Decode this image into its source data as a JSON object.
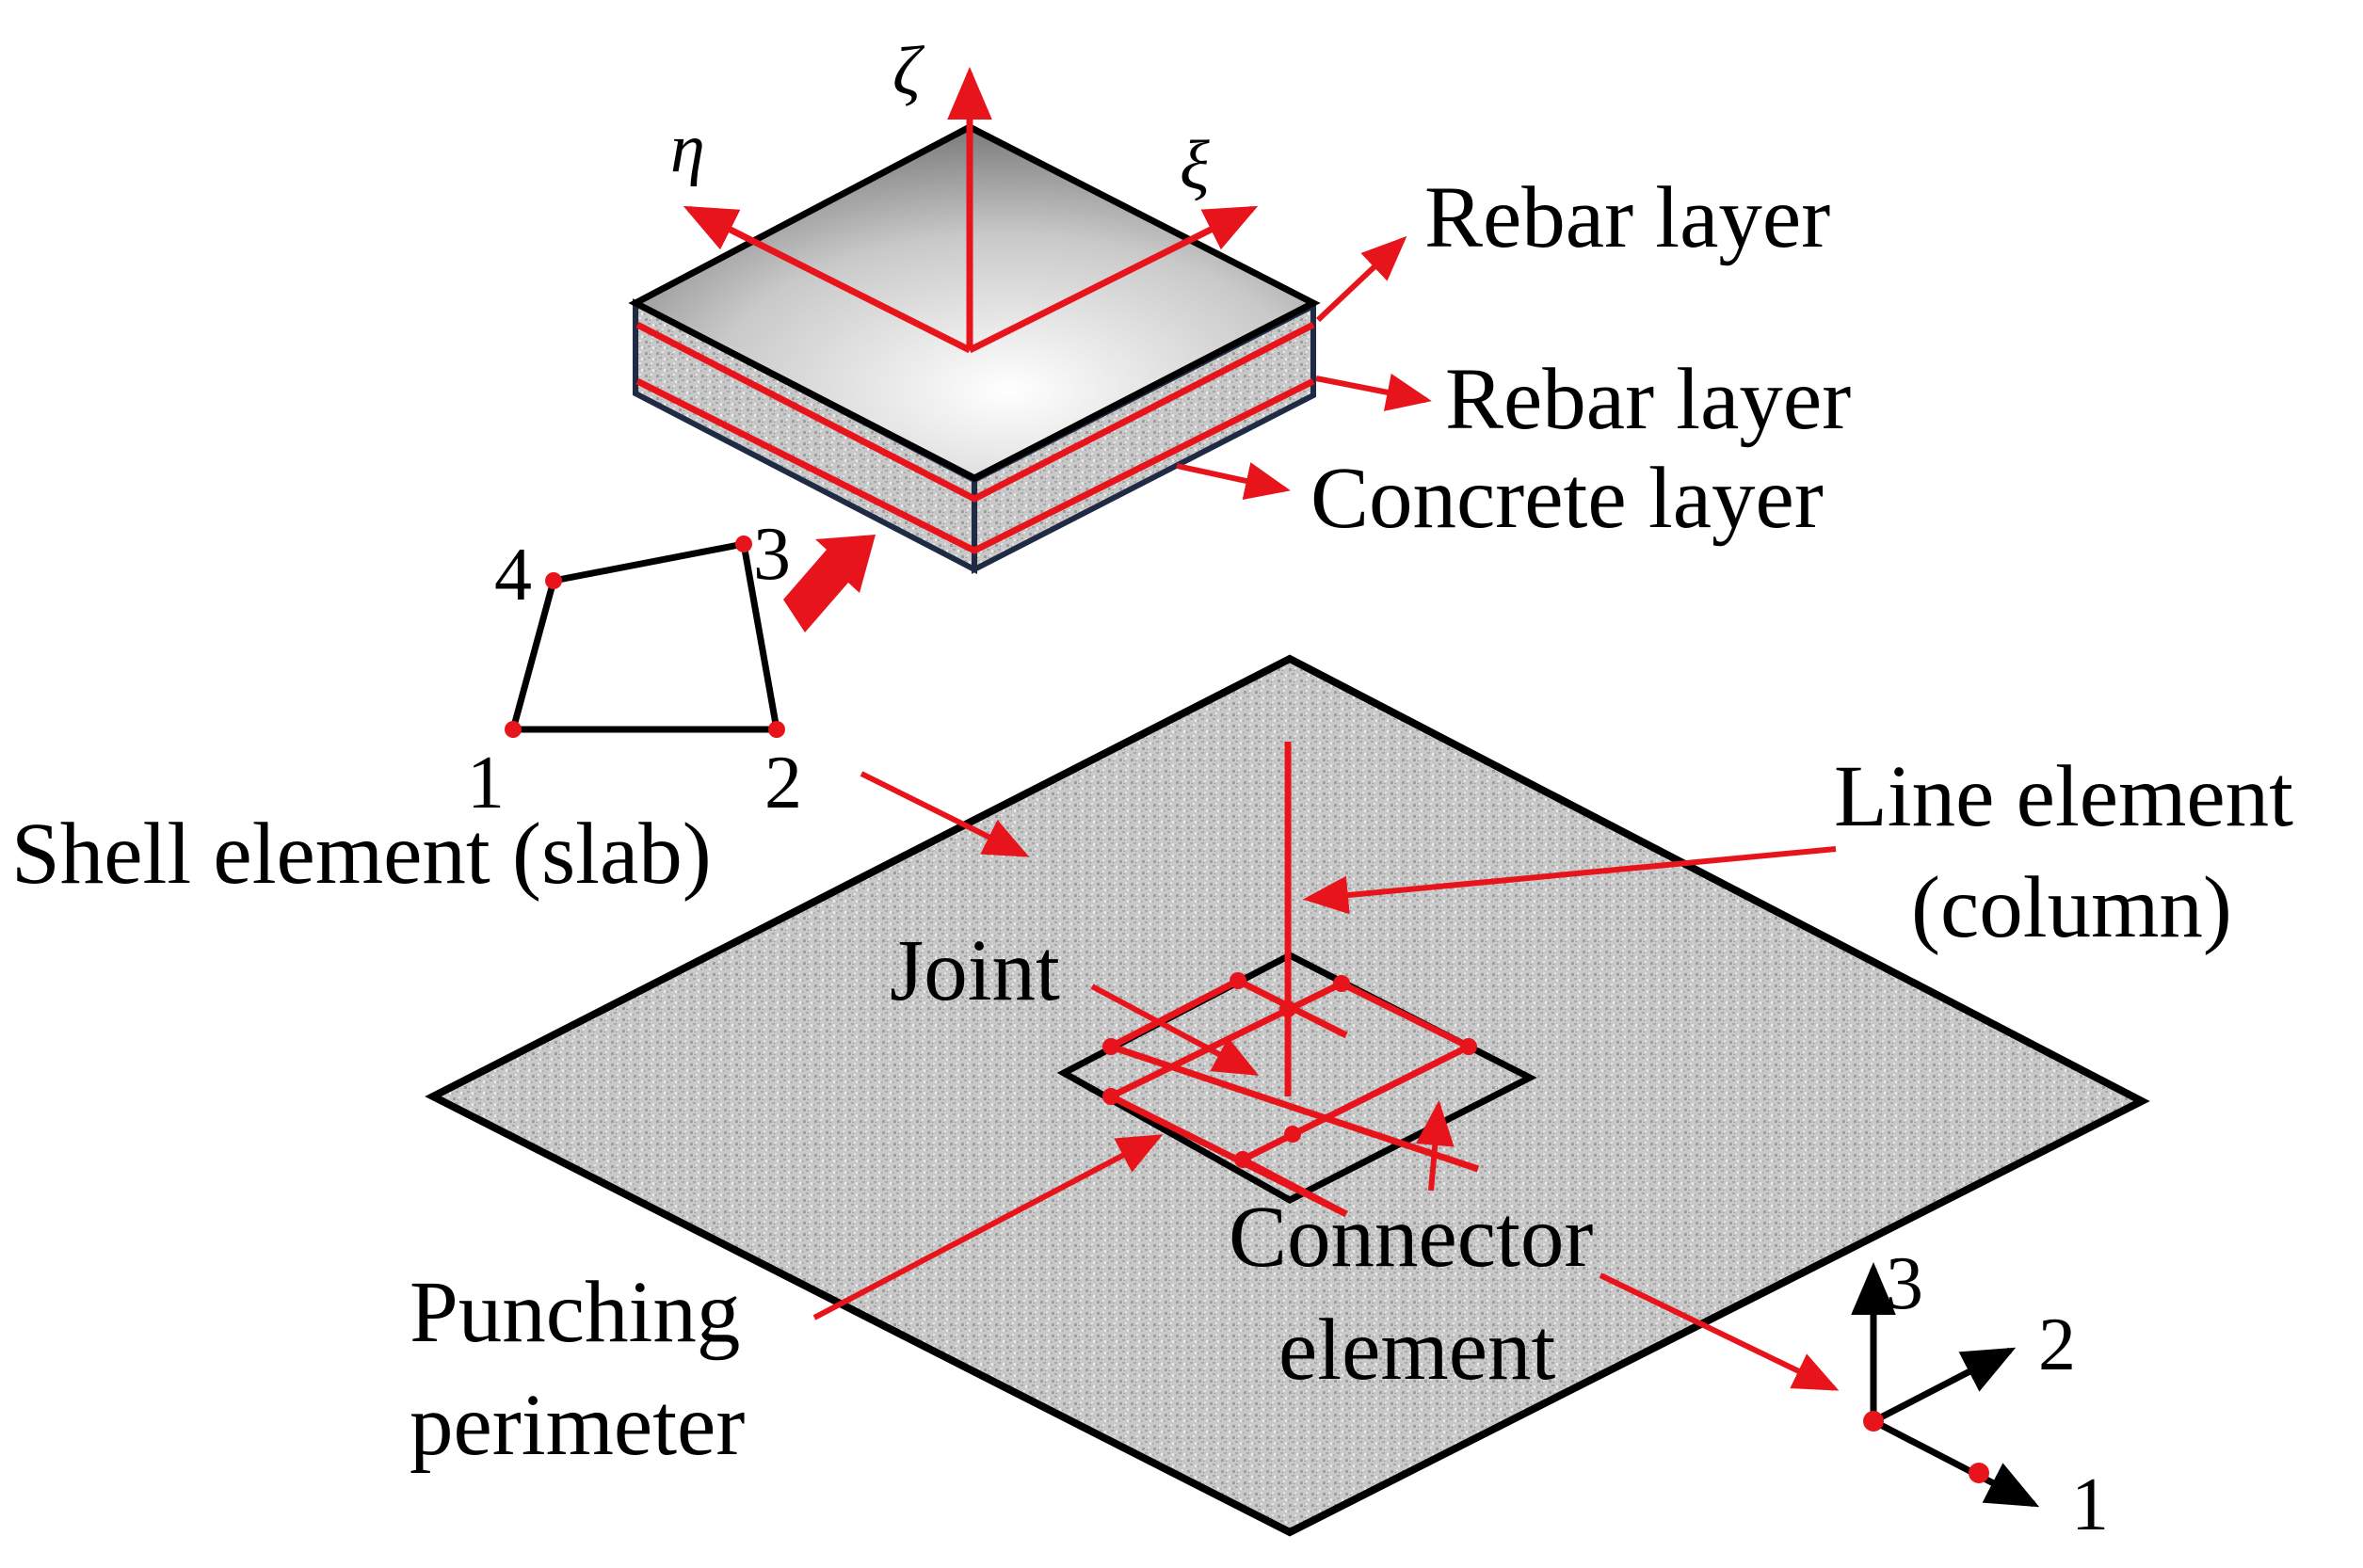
{
  "axes_local": {
    "zeta": "ζ",
    "eta": "η",
    "xi": "ξ"
  },
  "layers": {
    "rebar_top": "Rebar layer",
    "rebar_bottom": "Rebar layer",
    "concrete": "Concrete layer"
  },
  "shell": {
    "nodes": [
      "1",
      "2",
      "3",
      "4"
    ],
    "label": "Shell element (slab)"
  },
  "line_element": {
    "line1": "Line element",
    "line2": "(column)"
  },
  "joint_label": "Joint",
  "connector": {
    "line1": "Connector",
    "line2": "element"
  },
  "punching": {
    "line1": "Punching",
    "line2": "perimeter"
  },
  "global_axes": {
    "a1": "1",
    "a2": "2",
    "a3": "3"
  },
  "colors": {
    "accent": "#e8141c",
    "outline": "#000000",
    "slab_gray": "#bdbdbd",
    "edge_navy": "#1f2a44"
  }
}
